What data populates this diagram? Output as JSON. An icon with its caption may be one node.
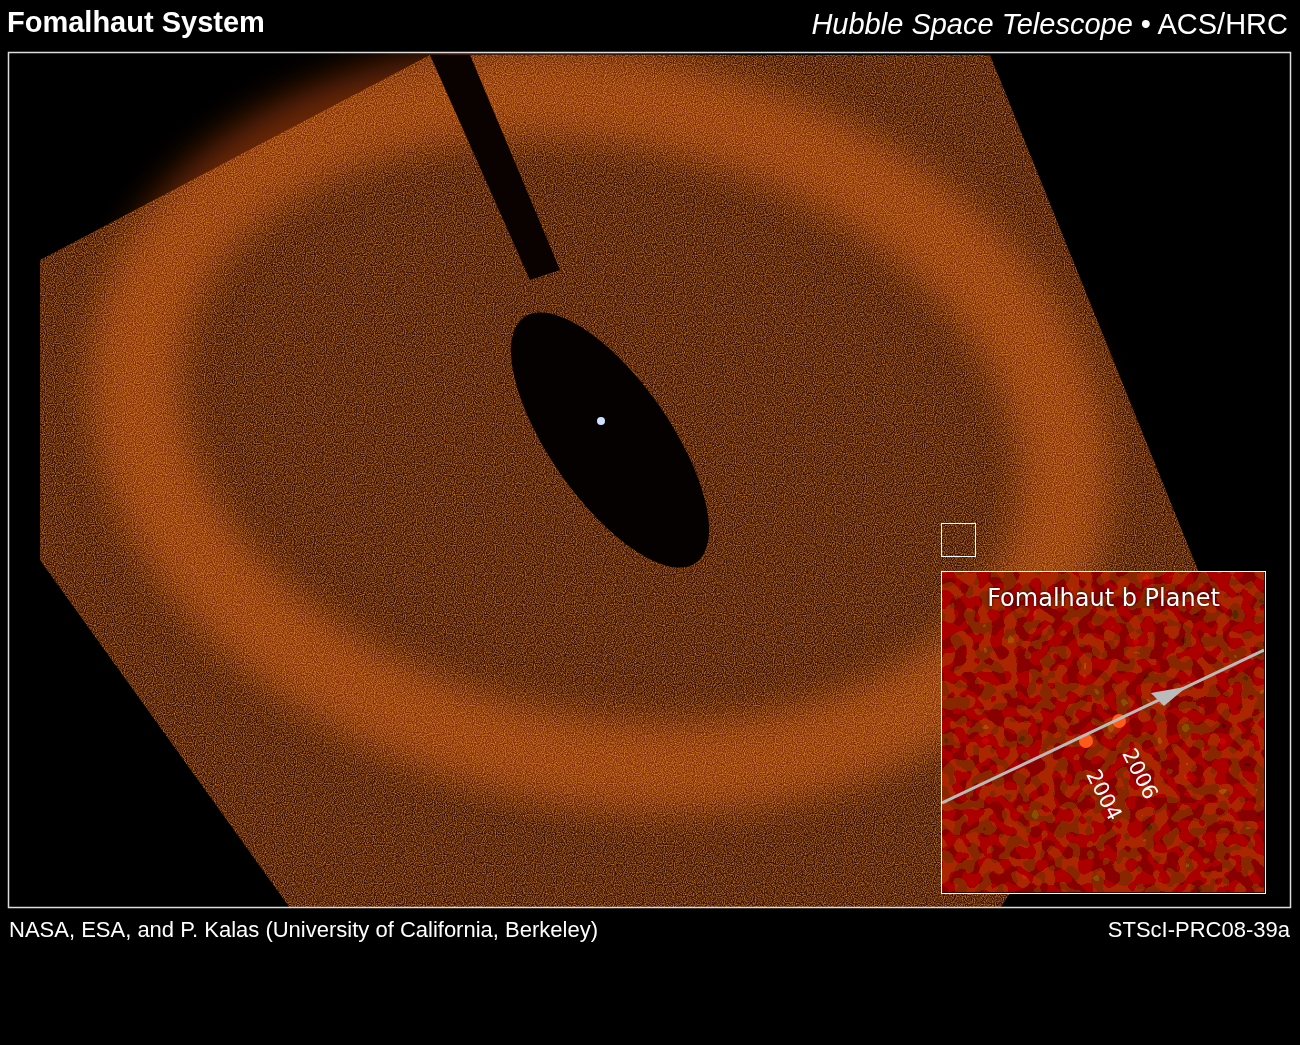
{
  "diagram": {
    "title": "Fomalhaut System",
    "nodes": [
      {
        "text": [],
        "shape": "box"
      },
      {
        "text": [
          "Fomalhaut b Planet"
        ]
      }
    ],
    "edges": [],
    "labels": [
      "*Hubble Space Telescope* • ACS/HRC",
      "2006",
      "2004",
      "NASA, ESA, and P. Kalas (University of California, Berkeley)",
      "STScI-PRC08-39a"
    ]
  }
}
